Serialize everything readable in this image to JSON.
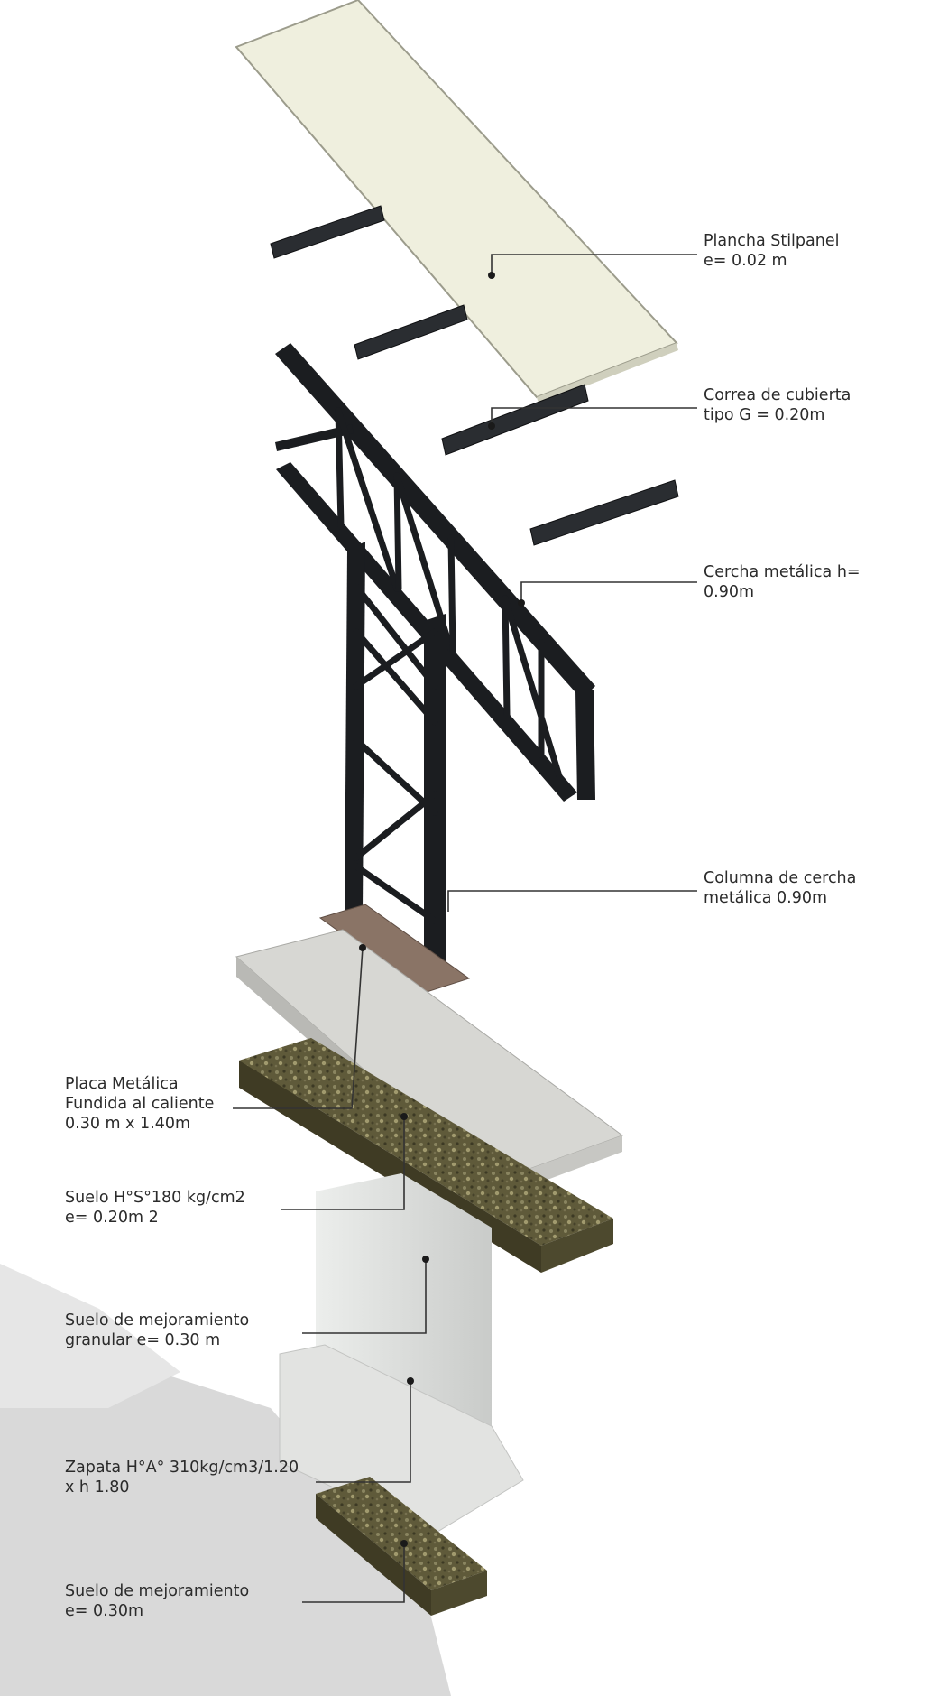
{
  "labels": {
    "plancha": {
      "line1": "Plancha Stilpanel",
      "line2": "e= 0.02 m"
    },
    "correa": {
      "line1": "Correa de cubierta",
      "line2": "tipo G = 0.20m"
    },
    "cercha": {
      "line1": "Cercha metálica  h=",
      "line2": "0.90m"
    },
    "columna": {
      "line1": "Columna de cercha",
      "line2": "metálica  0.90m"
    },
    "placa": {
      "line1": "Placa Metálica",
      "line2": "Fundida al caliente",
      "line3": "0.30 m x 1.40m"
    },
    "suelo_hs": {
      "line1": "Suelo H°S°180 kg/cm2",
      "line2": "e= 0.20m 2"
    },
    "mejoramiento_granular": {
      "line1": "Suelo de mejoramiento",
      "line2": "granular e= 0.30 m"
    },
    "zapata": {
      "line1": "Zapata H°A° 310kg/cm3/1.20",
      "line2": "x h 1.80"
    },
    "mejoramiento": {
      "line1": "Suelo de mejoramiento",
      "line2": "e= 0.30m"
    }
  },
  "colors": {
    "panel": "#efefde",
    "steel": "#1b1d20",
    "concrete": "#d7d7d3",
    "gravel": "#5f5a3a",
    "footing": "#e2e3e1",
    "shadow": "#d9d9d9",
    "leader": "#333333"
  }
}
